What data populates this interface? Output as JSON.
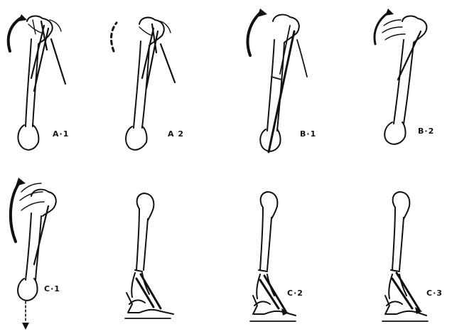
{
  "figure": {
    "ink_color": "#111111",
    "background": "#ffffff",
    "panels": [
      {
        "id": "A-1",
        "label": "A·1"
      },
      {
        "id": "A-2",
        "label": "A 2"
      },
      {
        "id": "B-1",
        "label": "B·1"
      },
      {
        "id": "B-2",
        "label": "B·2"
      },
      {
        "id": "C-1",
        "label": "C·1"
      },
      {
        "id": "C-1b",
        "label": ""
      },
      {
        "id": "C-2",
        "label": "C·2"
      },
      {
        "id": "C-3",
        "label": "C·3"
      }
    ]
  }
}
